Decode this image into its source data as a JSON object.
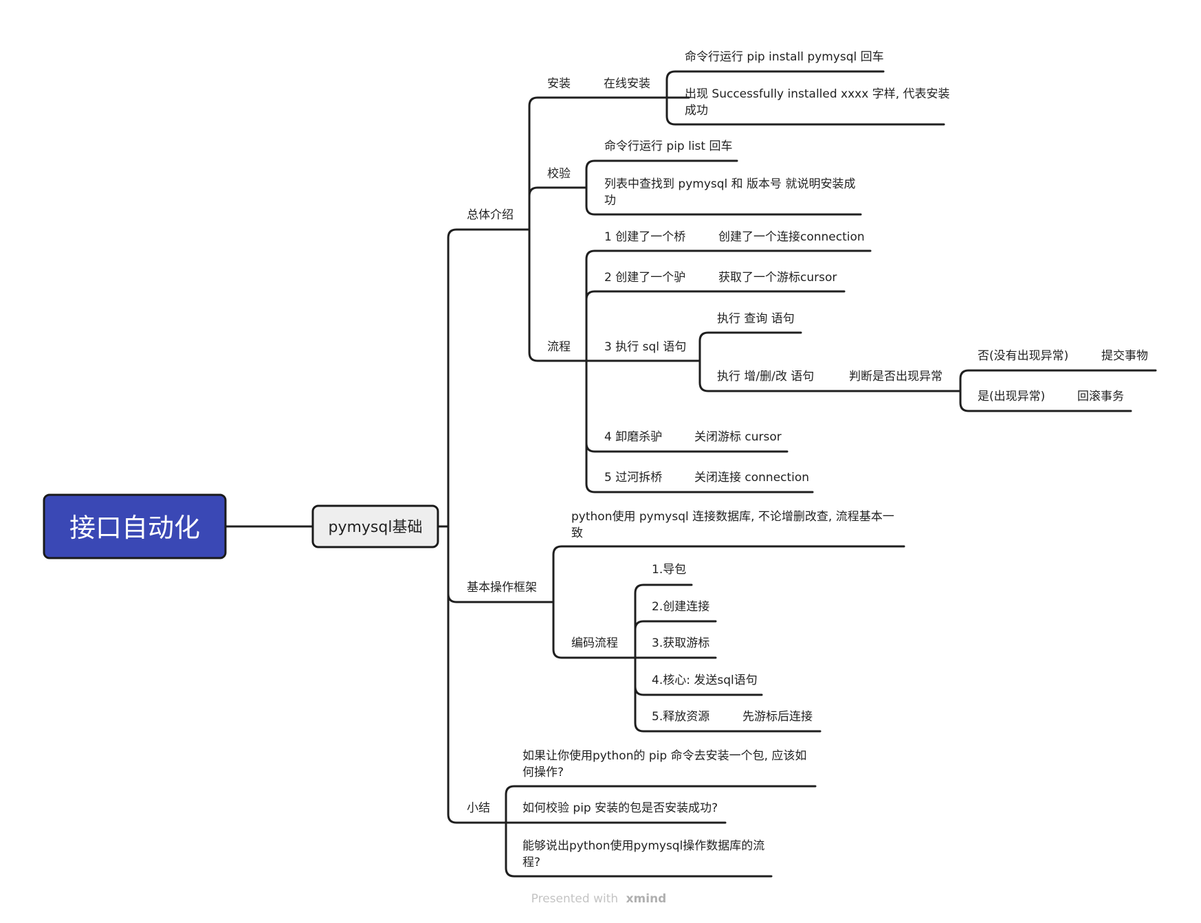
{
  "colors": {
    "line": "#1f1f1f",
    "root_bg": "#3a48b5",
    "main_bg": "#eeeeee",
    "text": "#222222",
    "footer": "#c4c4c4"
  },
  "root": {
    "label": "接口自动化"
  },
  "main": {
    "label": "pymysql基础"
  },
  "overview": {
    "label": "总体介绍",
    "install": {
      "label": "安装",
      "online": {
        "label": "在线安装",
        "step1": "命令行运行 pip install pymysql 回车",
        "step2_line1": "出现 Successfully installed xxxx 字样, 代表安装",
        "step2_line2": "成功"
      }
    },
    "verify": {
      "label": "校验",
      "step1": "命令行运行 pip list 回车",
      "step2_line1": "列表中查找到 pymysql 和 版本号 就说明安装成",
      "step2_line2": "功"
    },
    "flow": {
      "label": "流程",
      "s1": {
        "label": "1 创建了一个桥",
        "detail": "创建了一个连接connection"
      },
      "s2": {
        "label": "2 创建了一个驴",
        "detail": "获取了一个游标cursor"
      },
      "s3": {
        "label": "3 执行 sql 语句",
        "query": "执行 查询 语句",
        "modify": "执行 增/删/改 语句",
        "judge": "判断是否出现异常",
        "no": "否(没有出现异常)",
        "commit": "提交事物",
        "yes": "是(出现异常)",
        "rollback": "回滚事务"
      },
      "s4": {
        "label": "4 卸磨杀驴",
        "detail": "关闭游标 cursor"
      },
      "s5": {
        "label": "5 过河拆桥",
        "detail": "关闭连接 connection"
      }
    }
  },
  "framework": {
    "label": "基本操作框架",
    "note_line1": "python使用 pymysql 连接数据库, 不论增删改查, 流程基本一",
    "note_line2": "致",
    "coding": {
      "label": "编码流程",
      "items": [
        "1.导包",
        "2.创建连接",
        "3.获取游标",
        "4.核心: 发送sql语句",
        "5.释放资源"
      ],
      "release_detail": "先游标后连接"
    }
  },
  "summary": {
    "label": "小结",
    "q1_line1": "如果让你使用python的 pip 命令去安装一个包, 应该如",
    "q1_line2": "何操作?",
    "q2": "如何校验 pip 安装的包是否安装成功?",
    "q3_line1": "能够说出python使用pymysql操作数据库的流",
    "q3_line2": "程?"
  },
  "footer": {
    "presented": "Presented with",
    "brand": "xmind"
  }
}
